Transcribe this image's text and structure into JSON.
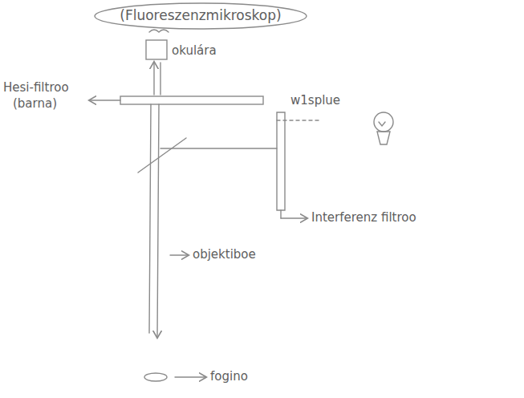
{
  "diagram": {
    "title": "(Fluoreszenzmikroskop)",
    "labels": [
      "okulára",
      "Hesi-filtroo",
      "(barna)",
      "w1splue",
      "Interferenz filtroo",
      "objektiboe",
      "fogino"
    ]
  }
}
